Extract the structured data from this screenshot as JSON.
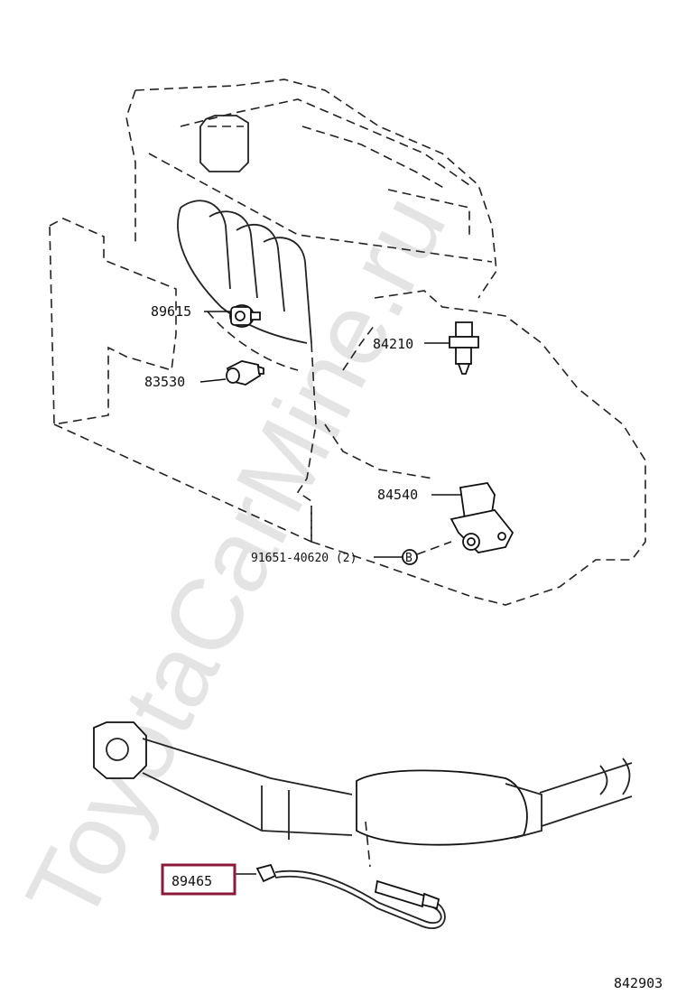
{
  "watermark": "ToyotaCarMine.ru",
  "diagram_number": "842903",
  "callouts": {
    "p89615": "89615",
    "p83530": "83530",
    "p84210": "84210",
    "p84540": "84540",
    "p91651": "91651-40620 (2)",
    "p89465": "89465"
  },
  "highlight_color": "#8b1a3a"
}
